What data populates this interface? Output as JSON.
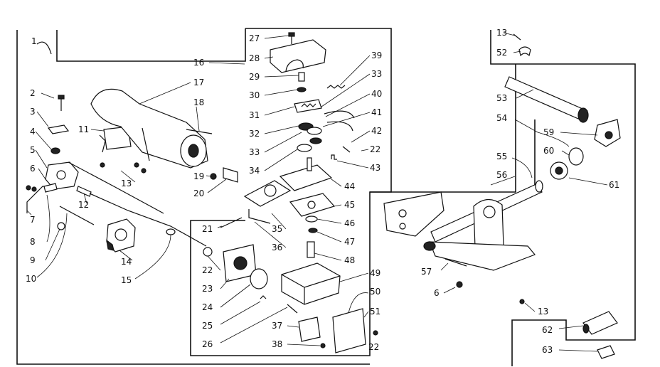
{
  "diagram": {
    "labels": {
      "l1": "1",
      "l2": "2",
      "l3": "3",
      "l4": "4",
      "l5": "5",
      "l6a": "6",
      "l7": "7",
      "l8": "8",
      "l9": "9",
      "l10": "10",
      "l11": "11",
      "l12": "12",
      "l13a": "13",
      "l14": "14",
      "l15": "15",
      "l16": "16",
      "l17": "17",
      "l18": "18",
      "l19": "19",
      "l20": "20",
      "l21": "21",
      "l22a": "22",
      "l23": "23",
      "l24": "24",
      "l25": "25",
      "l26": "26",
      "l27": "27",
      "l28": "28",
      "l29": "29",
      "l30": "30",
      "l31": "31",
      "l32": "32",
      "l33a": "33",
      "l33b": "33",
      "l34": "34",
      "l35": "35",
      "l36": "36",
      "l37": "37",
      "l38": "38",
      "l39": "39",
      "l40": "40",
      "l41": "41",
      "l42": "42",
      "l22b": "22",
      "l43": "43",
      "l44": "44",
      "l45": "45",
      "l46": "46",
      "l47": "47",
      "l48": "48",
      "l49": "49",
      "l50": "50",
      "l51": "51",
      "l22c": "22",
      "l13b": "13",
      "l52": "52",
      "l53": "53",
      "l54": "54",
      "l59": "59",
      "l60": "60",
      "l61": "61",
      "l55": "55",
      "l56": "56",
      "l57": "57",
      "l6b": "6",
      "l13c": "13",
      "l62": "62",
      "l63": "63"
    }
  }
}
